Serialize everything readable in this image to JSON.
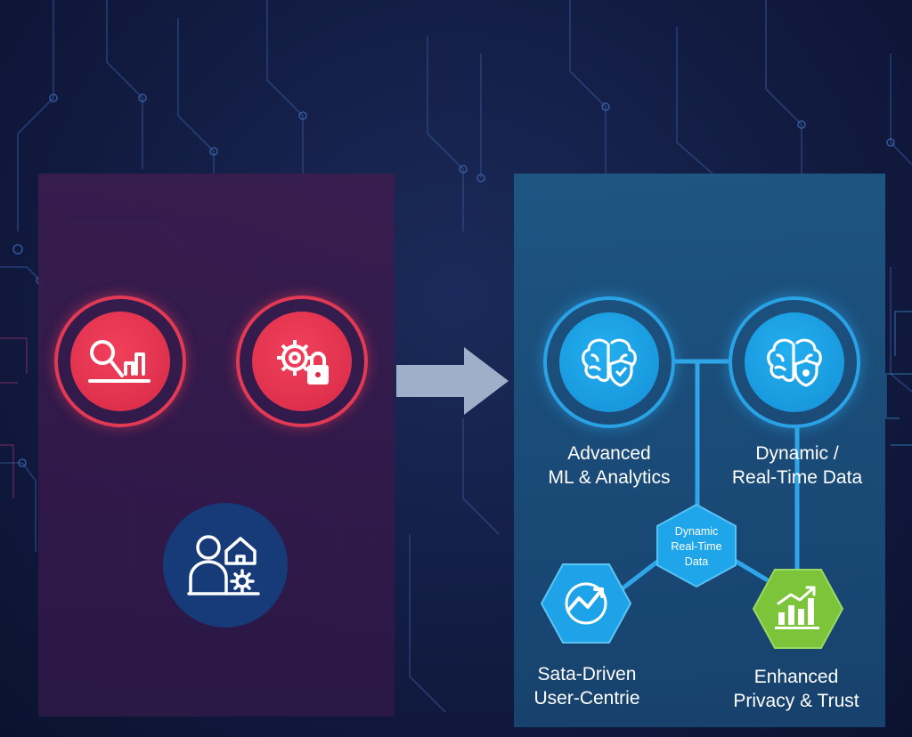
{
  "left_panel": {
    "icons": [
      "magnifier-chart-icon",
      "gear-lock-icon",
      "user-home-gear-icon"
    ]
  },
  "right_panel": {
    "nodes": [
      {
        "icon": "brain-shield-icon",
        "label_lines": [
          "Advanced",
          "ML & Analytics"
        ]
      },
      {
        "icon": "brain-shield-icon",
        "label_lines": [
          "Dynamic /",
          "Real-Time Data"
        ]
      }
    ],
    "center_hexagon": {
      "lines": [
        "Dynamic",
        "Real-Time",
        "Data"
      ]
    },
    "hexagon_nodes": [
      {
        "icon": "trend-arrow-icon",
        "label_lines": [
          "Sata-Driven",
          "User-Centrie"
        ]
      },
      {
        "icon": "bar-chart-growth-icon",
        "label_lines": [
          "Enhanced",
          "Privacy & Trust"
        ]
      }
    ]
  },
  "colors": {
    "background": "#121c42",
    "left_panel": "#341a4c",
    "right_panel": "#1b4d7a",
    "red_accent": "#e23a55",
    "blue_accent": "#1ea3e8",
    "green_accent": "#7cc53b",
    "navy_circle": "#173a78",
    "arrow": "#aebfd6"
  }
}
